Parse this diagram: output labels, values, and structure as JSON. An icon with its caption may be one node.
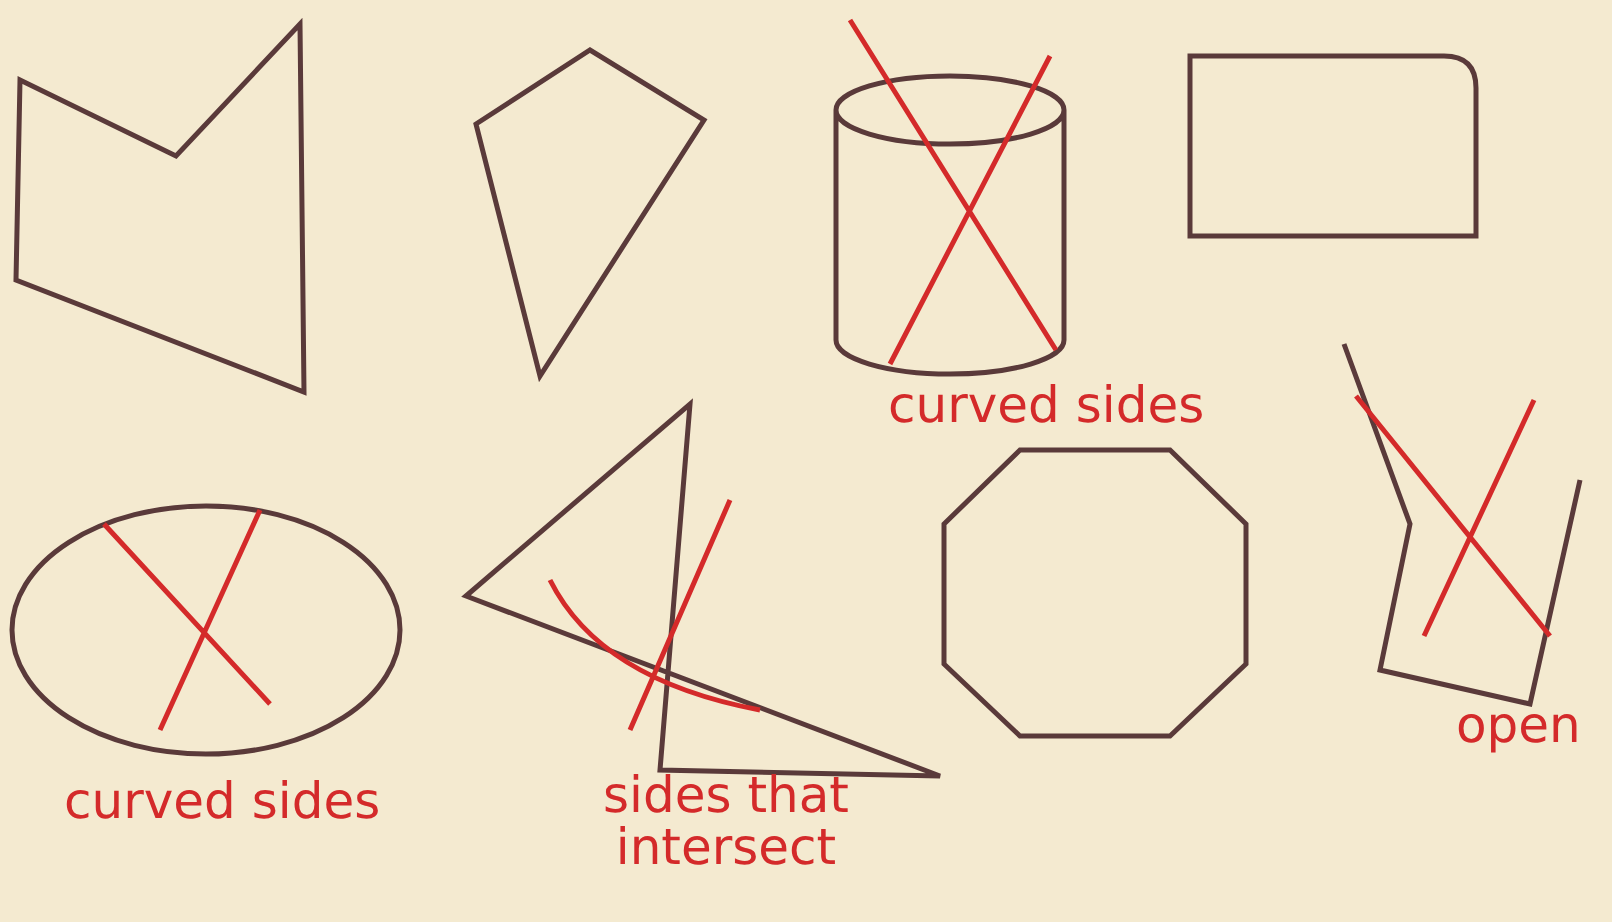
{
  "diagram": {
    "labels": [
      "curved sides",
      "curved sides",
      "sides that intersect",
      "open"
    ]
  }
}
